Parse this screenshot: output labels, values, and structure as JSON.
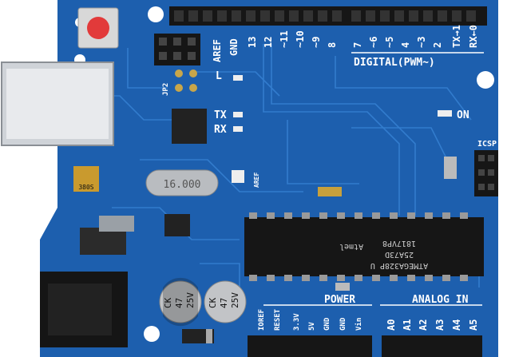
{
  "board": {
    "pcb_color": "#1d5fae",
    "trace_color": "#2f7fd6",
    "header_color": "#161616"
  },
  "labels": {
    "aref": "AREF",
    "gnd": "GND",
    "digital_pins": [
      "13",
      "12",
      "~11",
      "~10",
      "~9",
      "8",
      "7",
      "~6",
      "~5",
      "4",
      "~3",
      "2",
      "TX→1",
      "RX←0"
    ],
    "digital": "DIGITAL(PWM~)",
    "l": "L",
    "tx": "TX",
    "rx": "RX",
    "on": "ON",
    "icsp": "ICSP",
    "jp2": "JP2",
    "crystal": "16.000",
    "power": "POWER",
    "analog_in": "ANALOG IN",
    "power_pins": [
      "IOREF",
      "RESET",
      "3.3V",
      "5V",
      "GND",
      "GND",
      "Vin"
    ],
    "analog_pins": [
      "A0",
      "A1",
      "A2",
      "A3",
      "A4",
      "A5"
    ],
    "cap_left": [
      "CK",
      "47",
      "25V"
    ],
    "cap_right": [
      "CK",
      "47",
      "25V"
    ],
    "fuse": "380S",
    "chip_lines": [
      "ATMEGA328P U",
      "25A73D",
      "1817VP8"
    ],
    "chip_brand": "Atmel",
    "vert_ref": "AREF"
  }
}
